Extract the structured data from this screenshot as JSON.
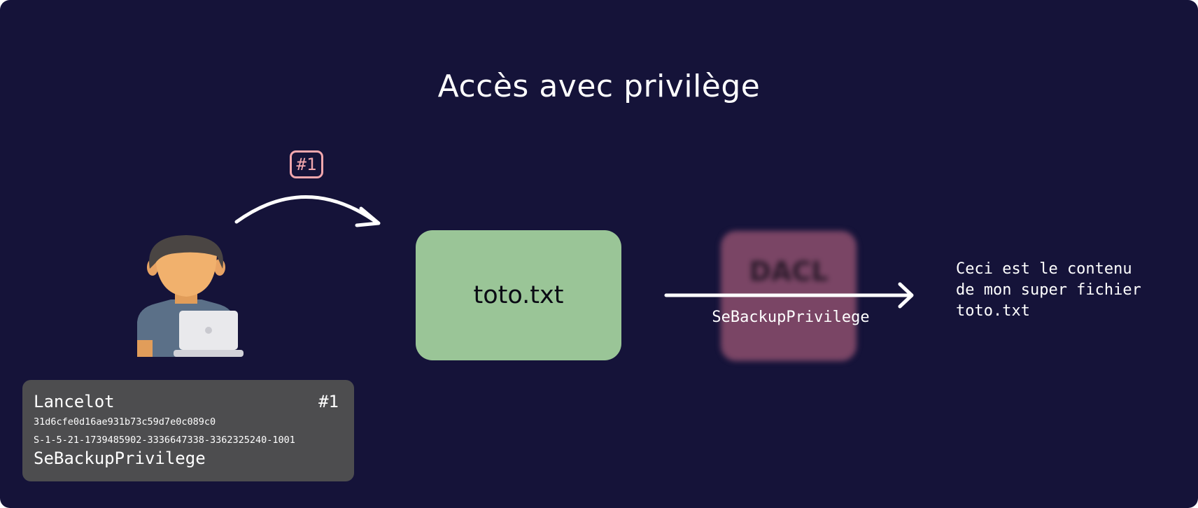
{
  "title": "Accès avec privilège",
  "step_badge": "#1",
  "user": {
    "icon": "user-with-laptop-icon",
    "name": "Lancelot",
    "step": "#1",
    "hash": "31d6cfe0d16ae931b73c59d7e0c089c0",
    "sid": "S-1-5-21-1739485902-3336647338-3362325240-1001",
    "privilege": "SeBackupPrivilege"
  },
  "file": {
    "name": "toto.txt"
  },
  "dacl": {
    "label": "DACL",
    "state": "bypassed"
  },
  "access_arrow": {
    "label": "SeBackupPrivilege"
  },
  "file_content": {
    "lines": [
      "Ceci est le contenu",
      "de mon super fichier",
      "toto.txt"
    ]
  },
  "colors": {
    "background": "#151339",
    "file_box": "#9ac597",
    "dacl_box": "#7a4565",
    "token_card": "#4d4d4f",
    "badge": "#f2a7ad",
    "arrow": "#ffffff"
  }
}
